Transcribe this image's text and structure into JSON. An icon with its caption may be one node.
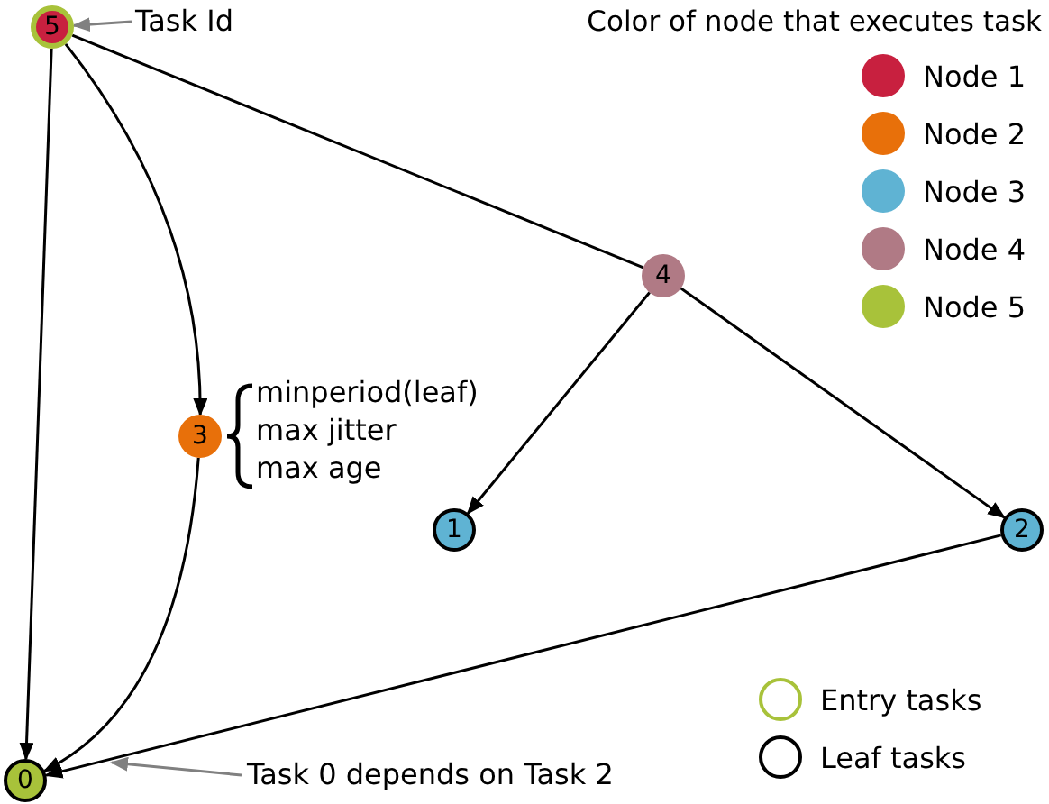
{
  "diagram": {
    "nodes": [
      {
        "text": [
          "5"
        ]
      },
      {
        "text": [
          "3"
        ],
        "beside": [
          "minperiod(leaf)",
          "max jitter",
          "max age"
        ]
      },
      {
        "text": [
          "4"
        ]
      },
      {
        "text": [
          "1"
        ]
      },
      {
        "text": [
          "2"
        ]
      },
      {
        "text": [
          "0"
        ]
      },
      {
        "text": [
          "Task Id"
        ]
      },
      {
        "text": [
          "Task 0 depends on Task 2"
        ]
      }
    ],
    "edges": [
      {
        "from": 0,
        "to": 5,
        "arrow": "to"
      },
      {
        "from": 0,
        "to": 1,
        "arrow": "to"
      },
      {
        "from": 0,
        "to": 2,
        "arrow": "none"
      },
      {
        "from": 1,
        "to": 5,
        "arrow": "to"
      },
      {
        "from": 2,
        "to": 3,
        "arrow": "to"
      },
      {
        "from": 2,
        "to": 4,
        "arrow": "to"
      },
      {
        "from": 4,
        "to": 5,
        "arrow": "to"
      },
      {
        "from": 6,
        "to": 0,
        "arrow": "to",
        "color": "#808080"
      },
      {
        "from": 7,
        "to": null,
        "arrow": "to",
        "color": "#808080"
      }
    ],
    "labels": [
      "Color of node that executes task"
    ],
    "legend": [
      {
        "text": "Node 1",
        "color": "#c8203f"
      },
      {
        "text": "Node 2",
        "color": "#e8700a"
      },
      {
        "text": "Node 3",
        "color": "#5fb3d3"
      },
      {
        "text": "Node 4",
        "color": "#b07a85"
      },
      {
        "text": "Node 5",
        "color": "#a8c23a"
      },
      {
        "text": "Entry tasks"
      },
      {
        "text": "Leaf tasks"
      }
    ]
  }
}
